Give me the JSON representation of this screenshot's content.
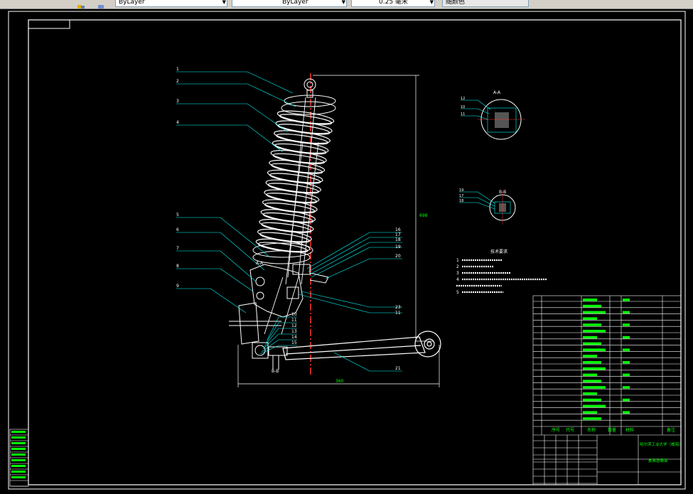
{
  "toolbar": {
    "layer_combo": "ByLayer",
    "linetype_combo": "ByLayer",
    "lineweight_combo": "0.25 毫米",
    "plotstyle_combo": "随颜色"
  },
  "drawing": {
    "leaders_left": [
      "1",
      "2",
      "3",
      "4",
      "5",
      "6",
      "7",
      "8",
      "9"
    ],
    "leaders_lower": [
      "10",
      "11",
      "12",
      "13",
      "14",
      "15"
    ],
    "leaders_right": [
      "16",
      "17",
      "18",
      "19",
      "20"
    ],
    "leaders_right_low": [
      "23",
      "11"
    ],
    "leader_arm": "21",
    "section_aa": "A-A",
    "section_bb": "B-B",
    "section_aa_small": "A-A",
    "section_bb_small": "B-B",
    "detail_aa_labels": [
      "12",
      "10",
      "11"
    ],
    "detail_bb_labels": [
      "19",
      "17",
      "18"
    ],
    "dim_vertical": "698",
    "dim_horizontal": "360",
    "notes_title": "技术要求",
    "notes": [
      "1",
      "2",
      "3",
      "4",
      "5"
    ],
    "title_name": "哈尔滨工业大学（威海）",
    "title_drawing": "麦弗逊悬架",
    "title_headers": [
      "序号",
      "代号",
      "名称",
      "数量",
      "材料",
      "备注"
    ]
  },
  "colors": {
    "frame": "#ffffff",
    "cyan": "#00ffff",
    "green": "#00ff00",
    "red": "#ff0000"
  }
}
